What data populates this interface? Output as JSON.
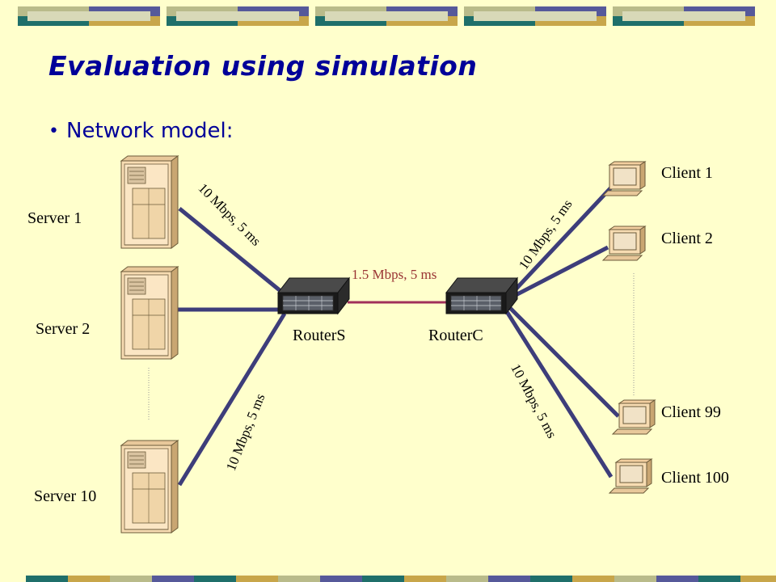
{
  "slide": {
    "title": "Evaluation using simulation",
    "bullet": "Network model:"
  },
  "colors": {
    "background": "#ffffcc",
    "title": "#000099",
    "link": "#3d3d7a",
    "bottleneck_link": "#a0305a",
    "bottleneck_label": "#993333",
    "band_teal": "#1f6f6a",
    "band_gold": "#c8a64a",
    "band_navy": "#56599a",
    "band_olive": "#b9bb8a"
  },
  "servers": [
    {
      "label": "Server 1"
    },
    {
      "label": "Server 2"
    },
    {
      "label": "Server 10"
    }
  ],
  "clients": [
    {
      "label": "Client 1"
    },
    {
      "label": "Client 2"
    },
    {
      "label": "Client 99"
    },
    {
      "label": "Client 100"
    }
  ],
  "routers": [
    {
      "label": "RouterS"
    },
    {
      "label": "RouterC"
    }
  ],
  "links": {
    "server_top": "10 Mbps, 5 ms",
    "server_bottom": "10 Mbps, 5 ms",
    "client_top": "10 Mbps, 5 ms",
    "client_bottom": "10 Mbps, 5 ms",
    "bottleneck": "1.5 Mbps, 5 ms"
  }
}
